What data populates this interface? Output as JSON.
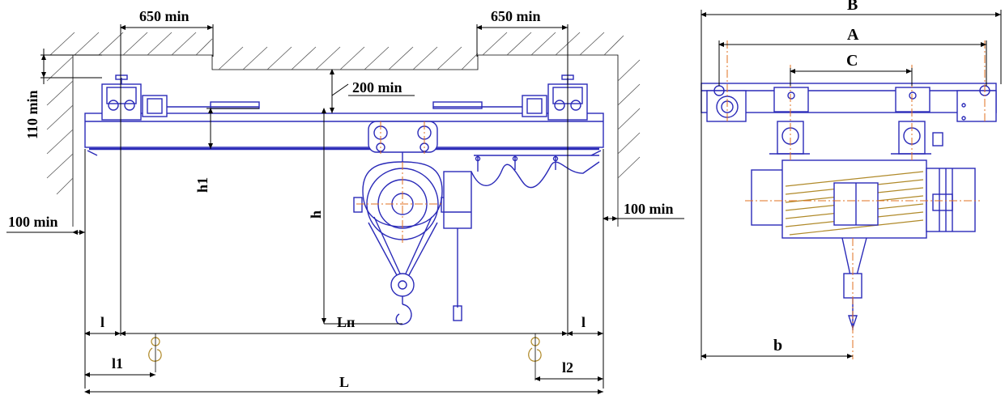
{
  "front_view": {
    "labels": {
      "clear_left": "650 min",
      "clear_right": "650 min",
      "clear_top": "200 min",
      "clear_side_left": "110 min",
      "gap_left": "100 min",
      "gap_right": "100 min",
      "h1": "h1",
      "h": "h",
      "l_left": "l",
      "l_right": "l",
      "lp": "Lп",
      "l1": "l1",
      "l2": "l2",
      "L": "L"
    }
  },
  "side_view": {
    "labels": {
      "B": "B",
      "A": "A",
      "C": "C",
      "b": "b"
    }
  },
  "colors": {
    "outline": "#2a2ab8",
    "dimension": "#000000",
    "centerline": "#e07020"
  }
}
